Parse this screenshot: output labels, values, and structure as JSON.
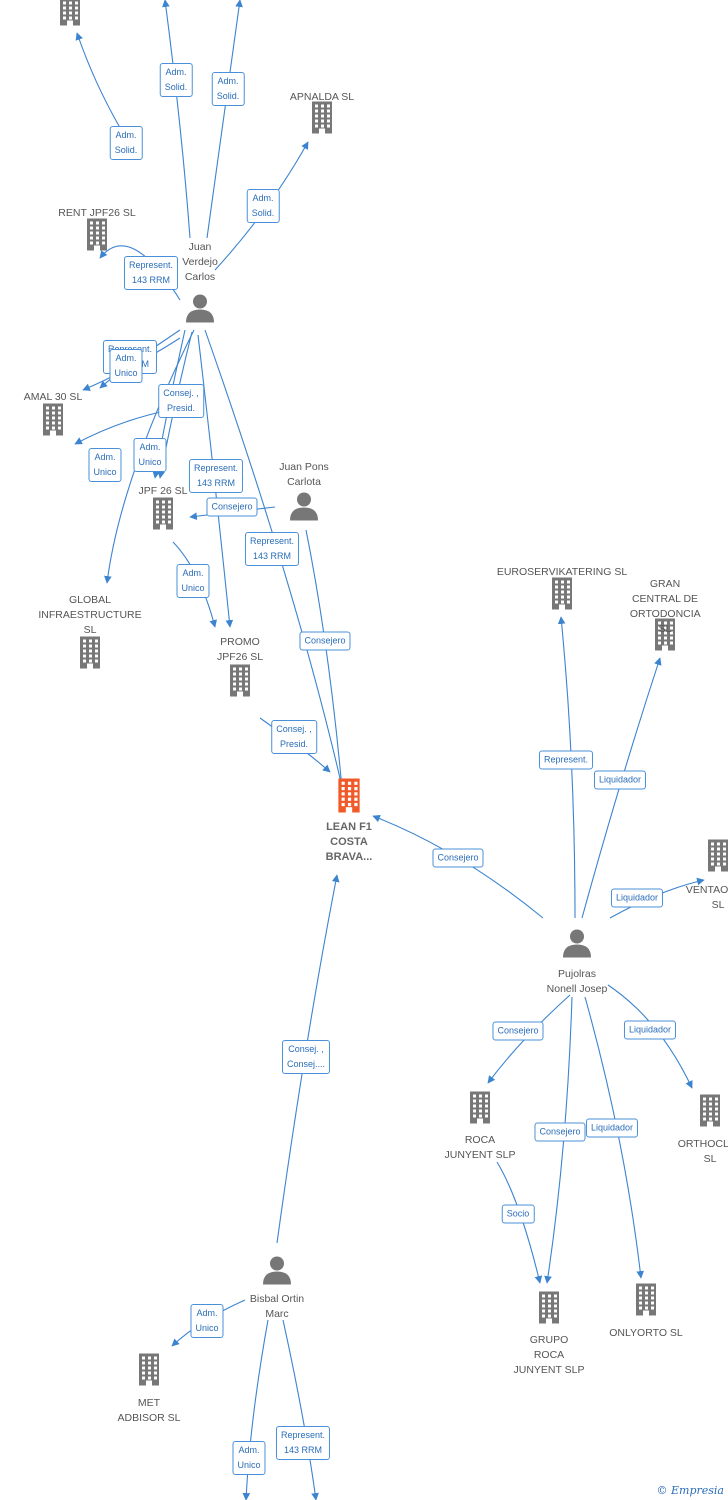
{
  "nodes": [
    {
      "id": "top_left",
      "kind": "company",
      "label": ""
    },
    {
      "id": "apnalda",
      "kind": "company",
      "label": "APNALDA  SL"
    },
    {
      "id": "rent_jpf26",
      "kind": "company",
      "label": "RENT JPF26  SL"
    },
    {
      "id": "juan_verdejo",
      "kind": "person",
      "label": "Juan\nVerdejo\nCarlos"
    },
    {
      "id": "amal30",
      "kind": "company",
      "label": "AMAL 30  SL"
    },
    {
      "id": "jpf26",
      "kind": "company",
      "label": "JPF 26  SL"
    },
    {
      "id": "juan_pons",
      "kind": "person",
      "label": "Juan Pons\nCarlota"
    },
    {
      "id": "global",
      "kind": "company",
      "label": "GLOBAL\nINFRAESTRUCTURE\nSL"
    },
    {
      "id": "promo",
      "kind": "company",
      "label": "PROMO\nJPF26  SL"
    },
    {
      "id": "lean",
      "kind": "company_main",
      "label": "LEAN F1\nCOSTA\nBRAVA..."
    },
    {
      "id": "euroserv",
      "kind": "company",
      "label": "EUROSERVIKATERING SL"
    },
    {
      "id": "gran",
      "kind": "company",
      "label": "GRAN\nCENTRAL DE\nORTODONCIA SL"
    },
    {
      "id": "ventaorto",
      "kind": "company",
      "label": "VENTAORTO\nSL"
    },
    {
      "id": "pujolras",
      "kind": "person",
      "label": "Pujolras\nNonell Josep"
    },
    {
      "id": "roca",
      "kind": "company",
      "label": "ROCA\nJUNYENT SLP"
    },
    {
      "id": "orthoclet",
      "kind": "company",
      "label": "ORTHOCLET\nSL"
    },
    {
      "id": "grupo_roca",
      "kind": "company",
      "label": "GRUPO\nROCA\nJUNYENT  SLP"
    },
    {
      "id": "onlyorto",
      "kind": "company",
      "label": "ONLYORTO SL"
    },
    {
      "id": "bisbal",
      "kind": "person",
      "label": "Bisbal Ortin\nMarc"
    },
    {
      "id": "met",
      "kind": "company",
      "label": "MET\nADBISOR  SL"
    }
  ],
  "edge_labels": [
    "Adm.\nSolid.",
    "Adm.\nSolid.",
    "Adm.\nSolid.",
    "Adm.\nSolid.",
    "Represent.\n143 RRM",
    "Represent.\n143 RRM",
    "Adm.\nUnico",
    "Consej. ,\nPresid.",
    "Adm.\nUnico",
    "Adm.\nUnico",
    "Represent.\n143 RRM",
    "Consejero",
    "Represent.\n143 RRM",
    "Adm.\nUnico",
    "Consejero",
    "Consej. ,\nPresid.",
    "Consejero",
    "Represent.",
    "Liquidador",
    "Liquidador",
    "Consejero",
    "Liquidador",
    "Consejero",
    "Liquidador",
    "Socio",
    "Consej. ,\nConsej....",
    "Adm.\nUnico",
    "Adm.\nUnico",
    "Represent.\n143 RRM"
  ],
  "footer": {
    "copyright": "©",
    "brand": "Empresia"
  },
  "colors": {
    "edge": "#3c84cf",
    "node": "#777777",
    "main_node": "#f05a28"
  }
}
